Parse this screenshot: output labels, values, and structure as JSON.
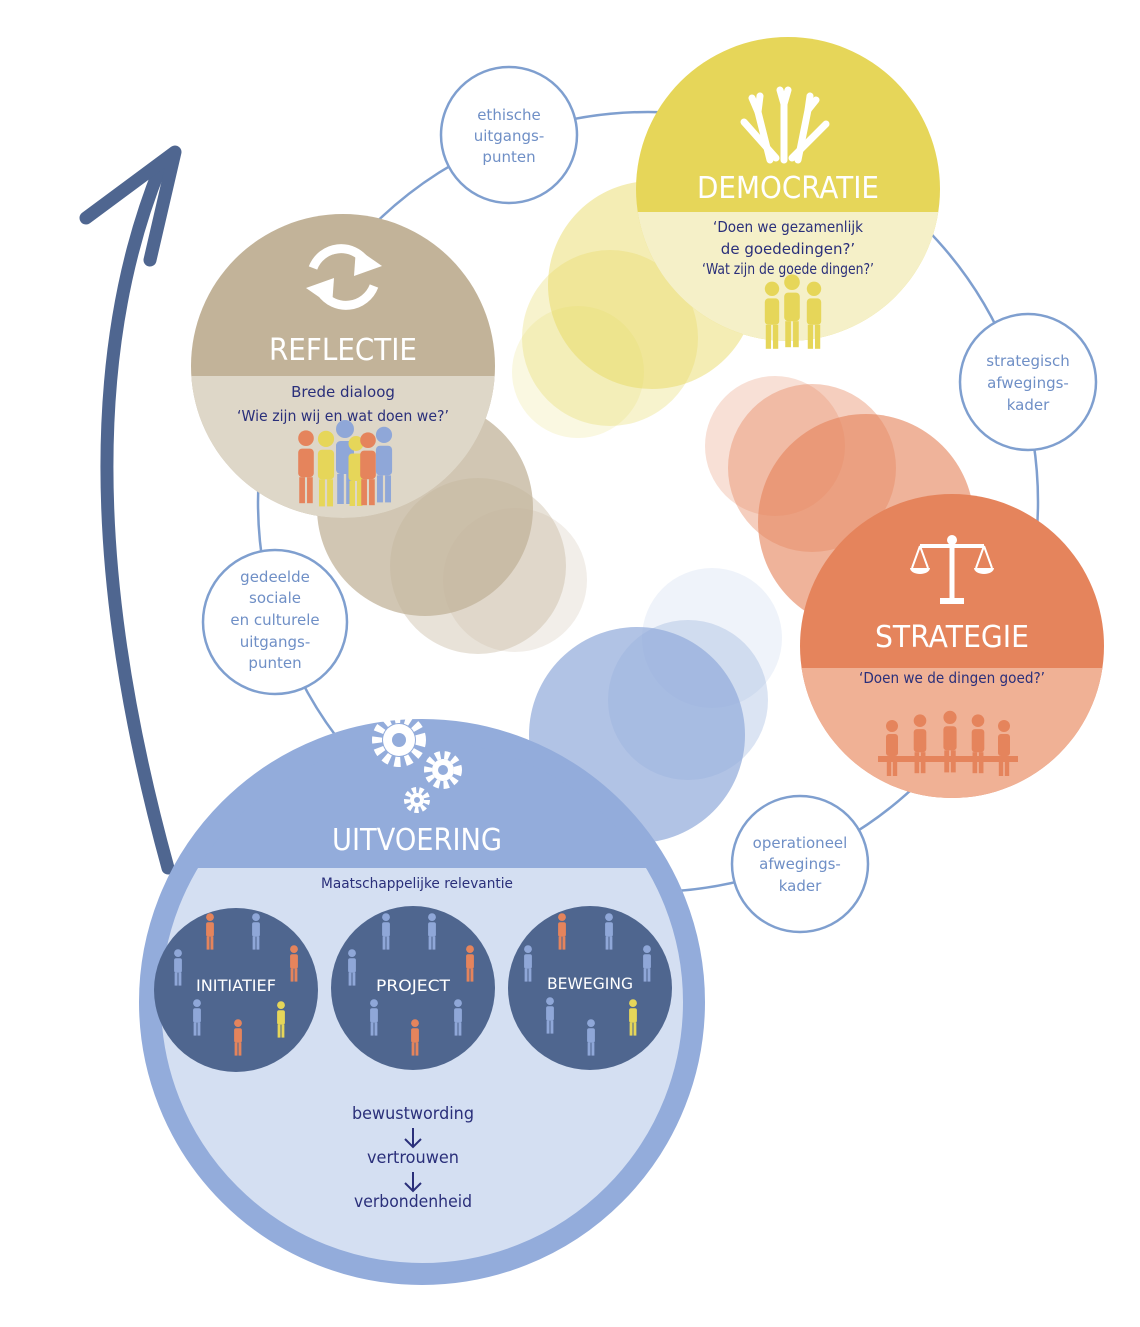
{
  "colors": {
    "orbit": "#7f9fcf",
    "arrow": "#4f6690",
    "reflectie": "#c2b399",
    "democratie": "#e6d659",
    "strategie": "#e5845c",
    "uitvoering": "#93acdb",
    "uitvoering_inner": "#d4dff2",
    "subcircle": "#4f668f",
    "dark_text": "#2a2f7a",
    "label_text": "#6f8fc6",
    "person_orange": "#e5845c",
    "person_blue": "#8fa7d8",
    "person_yellow": "#e6d659"
  },
  "reflectie": {
    "icon": "refresh-icon",
    "title": "REFLECTIE",
    "line1": "Brede dialoog",
    "line2": "‘Wie zijn wij en wat doen we?’"
  },
  "democratie": {
    "icon": "raised-hands-icon",
    "title": "DEMOCRATIE",
    "line1": "‘Doen we gezamenlijk",
    "line2": "de goededingen?’",
    "line3": "‘Wat zijn de goede dingen?’"
  },
  "strategie": {
    "icon": "scale-icon",
    "title": "STRATEGIE",
    "line1": "‘Doen we de dingen goed?’"
  },
  "uitvoering": {
    "icon": "gears-icon",
    "title": "UITVOERING",
    "subtitle": "Maatschappelijke relevantie",
    "sub_circles": [
      "INITIATIEF",
      "PROJECT",
      "BEWEGING"
    ],
    "steps": [
      "bewustwording",
      "vertrouwen",
      "verbondenheid"
    ]
  },
  "labels": {
    "ethische": [
      "ethische",
      "uitgangs-",
      "punten"
    ],
    "strategisch": [
      "strategisch",
      "afwegings-",
      "kader"
    ],
    "operationeel": [
      "operationeel",
      "afwegings-",
      "kader"
    ],
    "gedeelde": [
      "gedeelde",
      "sociale",
      "en culturele",
      "uitgangs-",
      "punten"
    ]
  }
}
